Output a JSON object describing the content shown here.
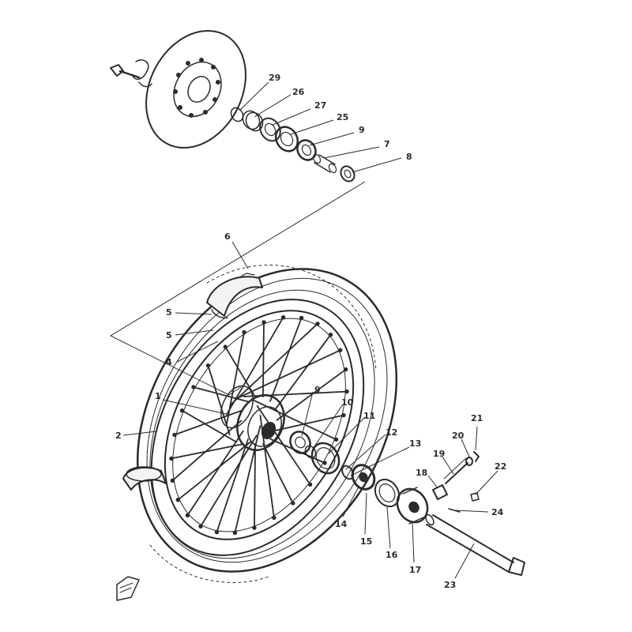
{
  "diagram": {
    "description_free": true,
    "line_color": "#2b2b2b",
    "background": "#ffffff",
    "callouts": [
      {
        "id": "c29",
        "label": "29"
      },
      {
        "id": "c26",
        "label": "26"
      },
      {
        "id": "c27",
        "label": "27"
      },
      {
        "id": "c25",
        "label": "25"
      },
      {
        "id": "c9a",
        "label": "9"
      },
      {
        "id": "c7",
        "label": "7"
      },
      {
        "id": "c8",
        "label": "8"
      },
      {
        "id": "c6",
        "label": "6"
      },
      {
        "id": "c5a",
        "label": "5"
      },
      {
        "id": "c5b",
        "label": "5"
      },
      {
        "id": "c4",
        "label": "4"
      },
      {
        "id": "c1",
        "label": "1"
      },
      {
        "id": "c2",
        "label": "2"
      },
      {
        "id": "c9b",
        "label": "9"
      },
      {
        "id": "c10",
        "label": "10"
      },
      {
        "id": "c11",
        "label": "11"
      },
      {
        "id": "c12",
        "label": "12"
      },
      {
        "id": "c13",
        "label": "13"
      },
      {
        "id": "c14",
        "label": "14"
      },
      {
        "id": "c15",
        "label": "15"
      },
      {
        "id": "c16",
        "label": "16"
      },
      {
        "id": "c17",
        "label": "17"
      },
      {
        "id": "c18",
        "label": "18"
      },
      {
        "id": "c19",
        "label": "19"
      },
      {
        "id": "c20",
        "label": "20"
      },
      {
        "id": "c21",
        "label": "21"
      },
      {
        "id": "c22",
        "label": "22"
      },
      {
        "id": "c23",
        "label": "23"
      },
      {
        "id": "c24",
        "label": "24"
      }
    ]
  }
}
